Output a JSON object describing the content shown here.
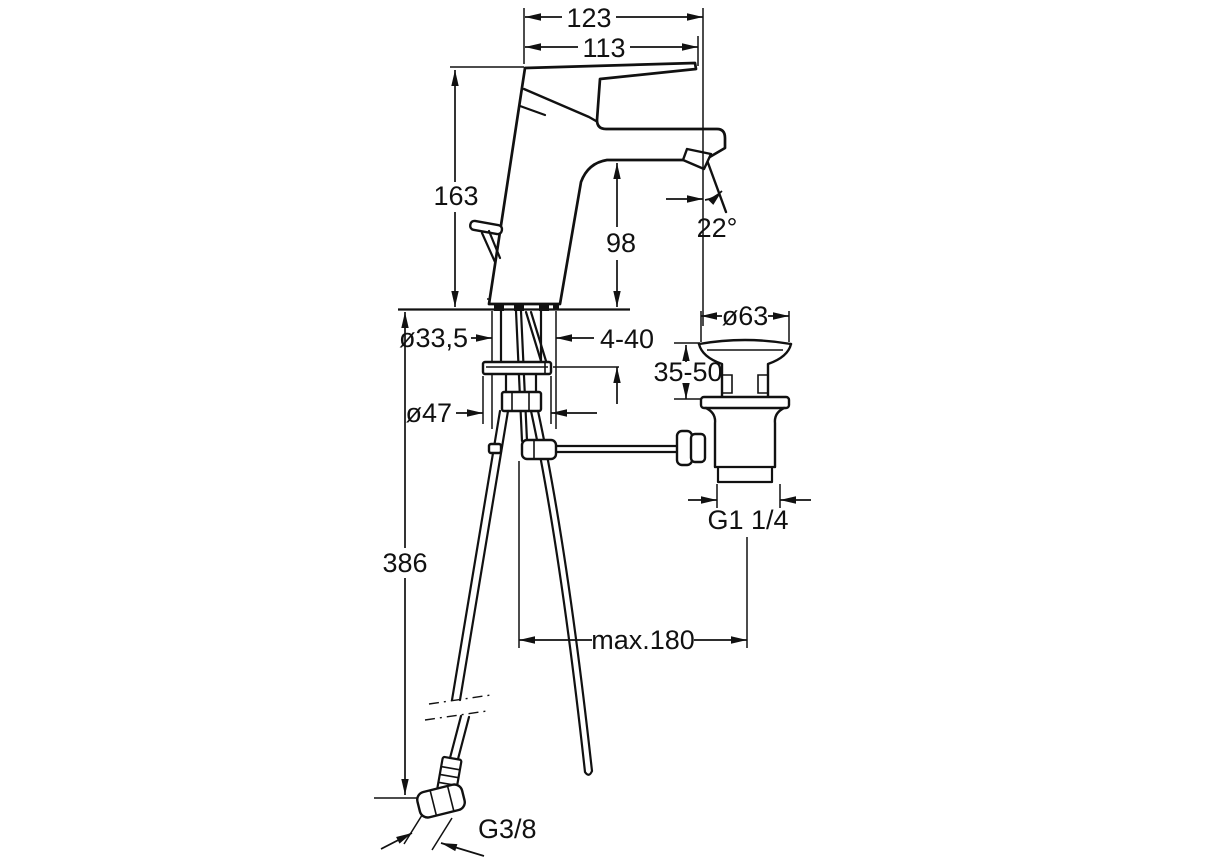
{
  "drawing": {
    "kind": "technical dimensional drawing",
    "subject": "single-lever basin mixer tap with pop-up waste, side view with installation dimensions",
    "units": "mm"
  },
  "dim": {
    "overall_width": "123",
    "handle_reach": "113",
    "height": "163",
    "spout_height": "98",
    "spout_angle": "22°",
    "shank_dia": "ø33,5",
    "deck_range": "4-40",
    "waste_flange_dia": "ø63",
    "waste_range": "35-50",
    "base_dia": "ø47",
    "waste_thread": "G1 1/4",
    "hose_length": "386",
    "pull_rod_max": "max.180",
    "supply_thread": "G3/8"
  },
  "colors": {
    "line": "#111111",
    "background": "#ffffff"
  }
}
